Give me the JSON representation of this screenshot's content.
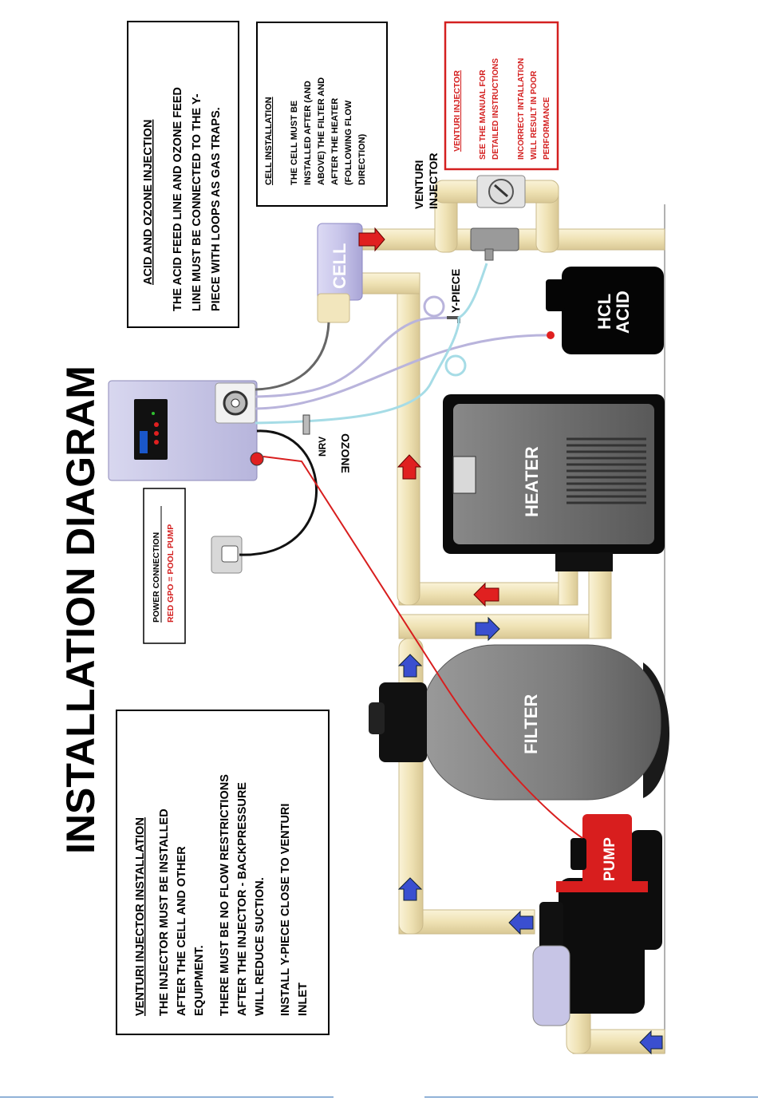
{
  "title": "INSTALLATION DIAGRAM",
  "acid_box": {
    "heading": "ACID AND OZONE INJECTION",
    "lines": [
      "THE ACID FEED LINE AND OZONE FEED",
      "LINE MUST BE CONNECTED TO THE Y-",
      "PIECE WITH LOOPS AS GAS TRAPS."
    ]
  },
  "cell_box": {
    "heading": "CELL INSTALLATION",
    "lines": [
      "THE CELL MUST BE",
      "INSTALLED AFTER (AND",
      "ABOVE) THE FILTER AND",
      "AFTER THE HEATER",
      "(FOLLOWING FLOW",
      "DIRECTION)"
    ]
  },
  "venturi_box": {
    "heading": "VENTURI INJECTOR",
    "lines": [
      "SEE THE MANUAL FOR",
      "DETAILED INSTRUCTIONS",
      "",
      "INCORRECT INTALLATION",
      "WILL RESULT IN POOR",
      "PERFORMANCE"
    ]
  },
  "power_box": {
    "heading": "POWER CONNECTION",
    "line": "RED GPO = POOL PUMP"
  },
  "install_box": {
    "heading": "VENTURI INJECTOR INSTALLATION",
    "lines": [
      "THE INJECTOR MUST BE INSTALLED",
      "AFTER THE CELL AND OTHER",
      "EQUIPMENT.",
      "",
      "THERE MUST BE NO FLOW RESTRICTIONS",
      "AFTER THE INJECTOR - BACKPRESSURE",
      "WILL REDUCE SUCTION.",
      "",
      "INSTALL Y-PIECE CLOSE TO VENTURI",
      "INLET"
    ]
  },
  "labels": {
    "venturi_injector": [
      "VENTURI",
      "INJECTOR"
    ],
    "y_piece": "Y-PIECE",
    "cell": "CELL",
    "hcl_acid": [
      "HCL",
      "ACID"
    ],
    "heater": "HEATER",
    "filter": "FILTER",
    "pump": "PUMP",
    "nrv": "NRV",
    "ozone": "OZONE"
  },
  "colors": {
    "pipe": "#f2e6bd",
    "pipe_edge": "#c9b98a",
    "flow_return": "#e02020",
    "flow_suction": "#3a4fd0",
    "warning": "#d42020",
    "controller": "#c9c8e6",
    "cell": "#c8c6ea",
    "heater": "#6e6e6e",
    "filter": "#808080",
    "pump_red": "#d81e1e",
    "ozone_line": "#a6dce6",
    "acid_line": "#b9b4dc",
    "rule": "#2f6fb5"
  }
}
